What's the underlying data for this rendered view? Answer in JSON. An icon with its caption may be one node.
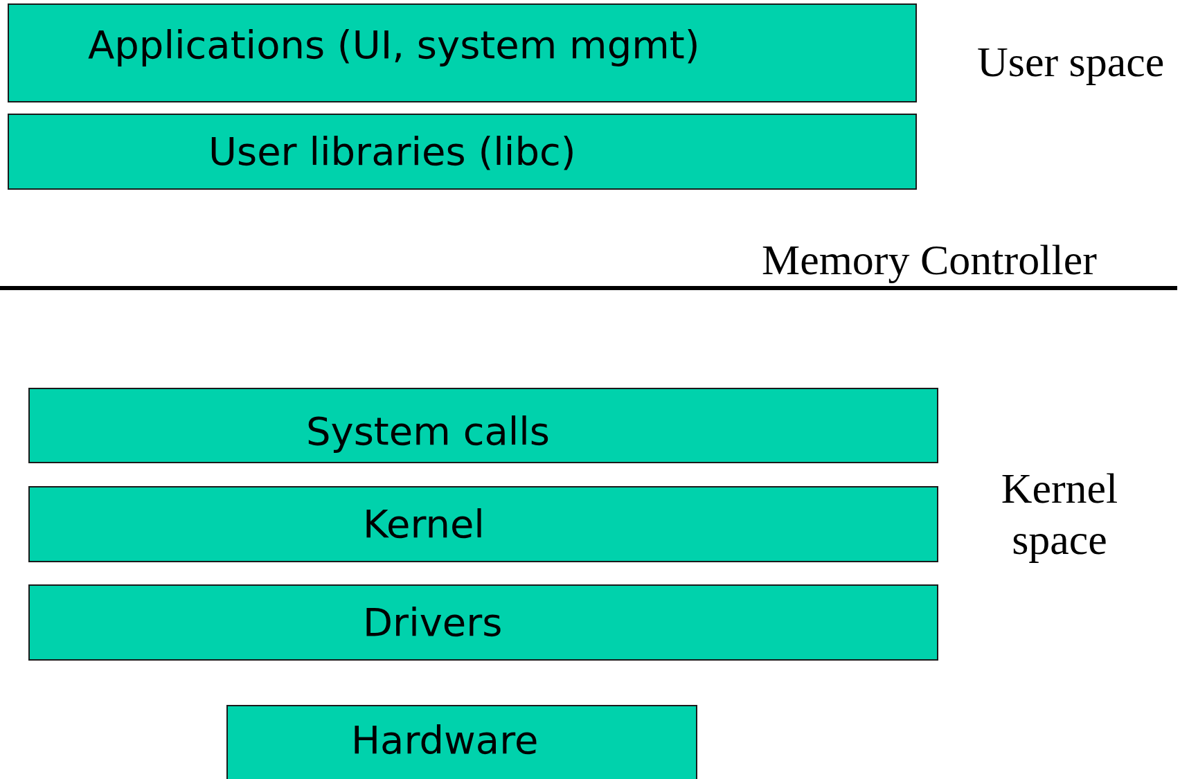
{
  "diagram": {
    "nodes": [
      {
        "text": [
          "Applications (UI, system mgmt)"
        ]
      },
      {
        "text": [
          "User libraries (libc)"
        ]
      },
      {
        "text": [
          "System calls"
        ]
      },
      {
        "text": [
          "Kernel"
        ]
      },
      {
        "text": [
          "Drivers"
        ]
      },
      {
        "text": [
          "Hardware"
        ]
      }
    ],
    "labels": [
      "User space",
      "Memory Controller",
      "Kernel space"
    ]
  }
}
